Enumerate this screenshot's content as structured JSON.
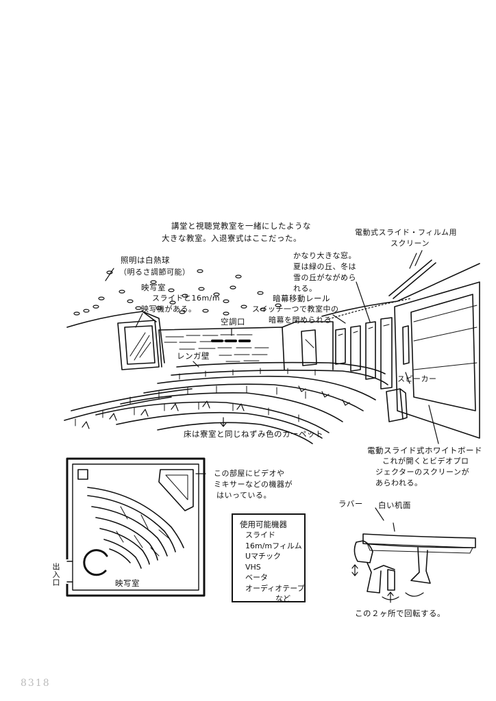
{
  "heading": {
    "line1": "講堂と視聴覚教室を一緒にしたような",
    "line2": "大きな教室。入退寮式はここだった。"
  },
  "labels": {
    "screen_title": "電動式スライド・フィルム用",
    "screen_sub": "スクリーン",
    "lighting_1": "照明は白熱球",
    "lighting_2": "（明るさ調節可能）",
    "projection_room": "映写室",
    "projector_1": "スライドと16m/m",
    "projector_2": "映写機がある。",
    "window_1": "かなり大きな窓。",
    "window_2": "夏は緑の丘、冬は",
    "window_3": "雪の丘がながめら",
    "window_4": "れる。",
    "curtain_1": "暗幕移動レール",
    "curtain_2": "スイッチ一つで教室中の",
    "curtain_3": "暗幕を閉められる",
    "aircon": "空調口",
    "brick_wall": "レンガ壁",
    "speaker": "スピーカー",
    "carpet": "床は寮室と同じねずみ色のカーペット",
    "whiteboard_1": "電動スライド式ホワイトボード",
    "whiteboard_2": "これが開くとビデオプロ",
    "whiteboard_3": "ジェクターのスクリーンが",
    "whiteboard_4": "あらわれる。",
    "room_note_1": "この部屋にビデオや",
    "room_note_2": "ミキサーなどの機器が",
    "room_note_3": "はいっている。",
    "plan_projection": "映写室",
    "entrance": "出入口",
    "rubber": "ラバー",
    "desk_top": "白い机面",
    "rotate": "この２ヶ所で回転する。"
  },
  "equipment": {
    "title": "使用可能機器",
    "items": [
      "スライド",
      "16m/mフィルム",
      "Uマチック",
      "VHS",
      "ベータ",
      "オーディオテープ",
      "など"
    ]
  },
  "page_number": "8318"
}
